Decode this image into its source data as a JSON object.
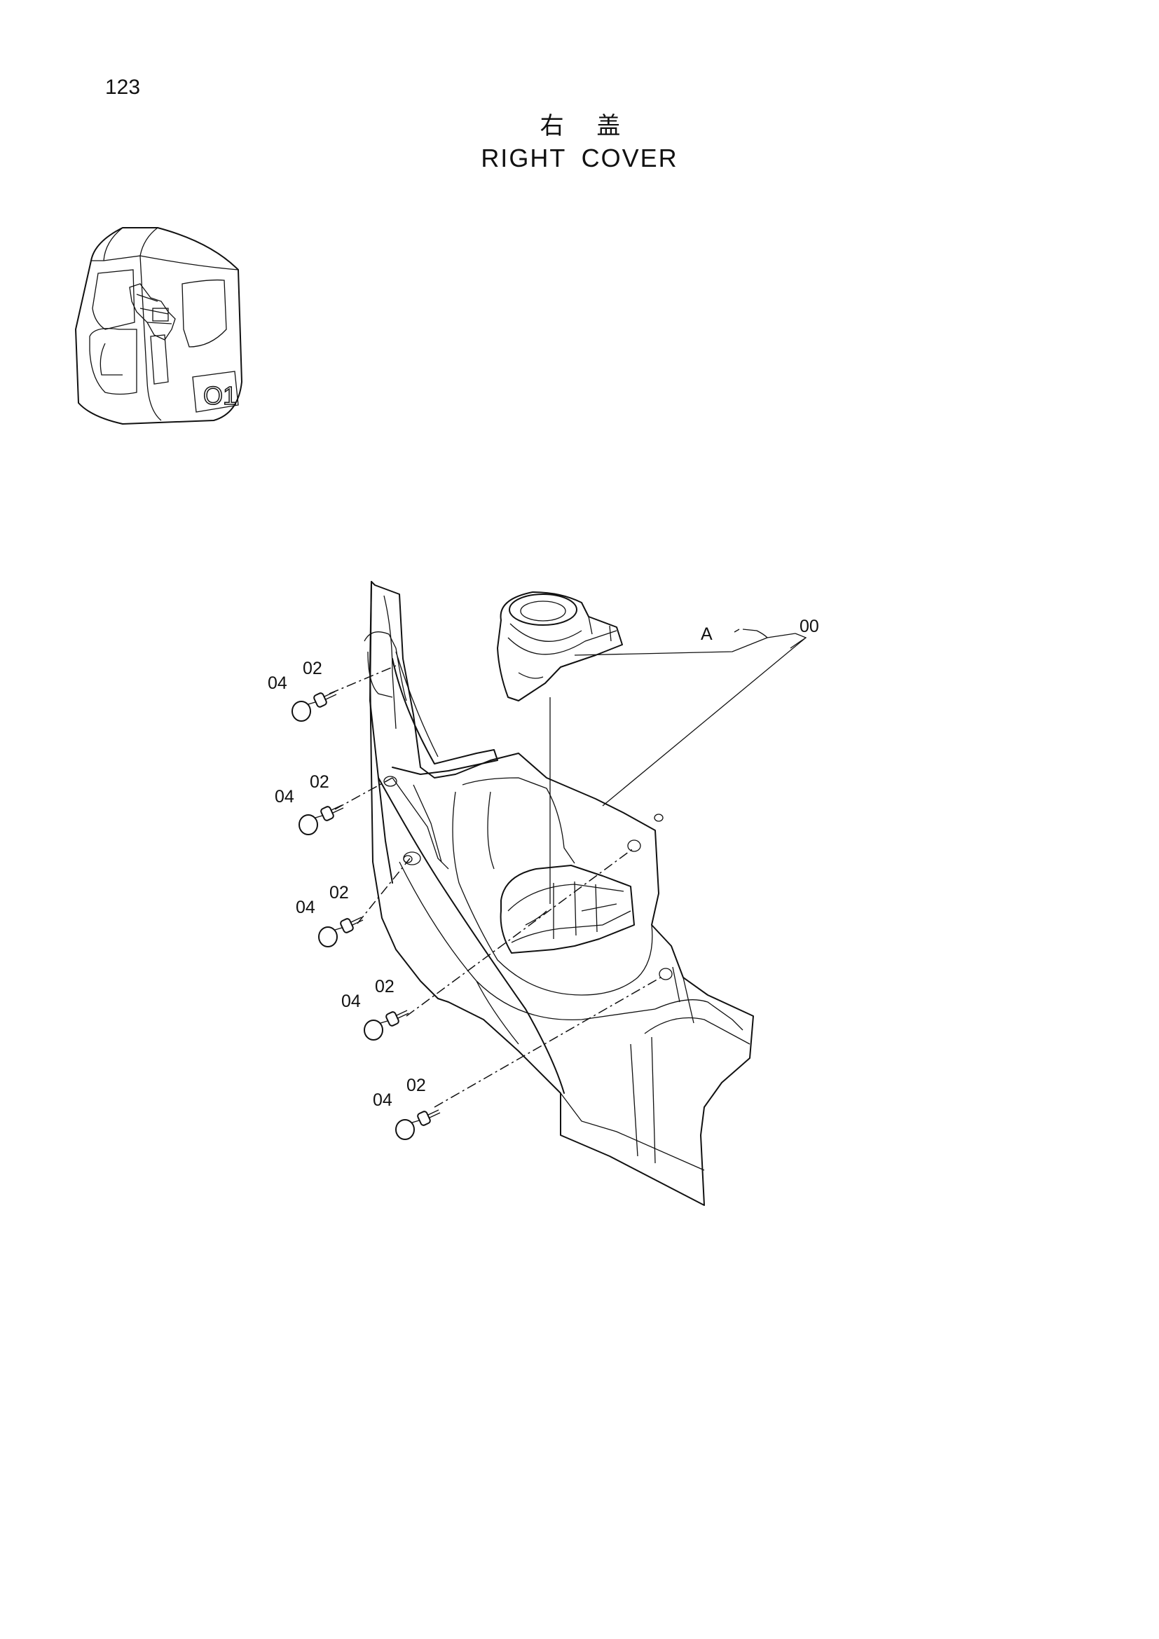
{
  "page": {
    "number": "123",
    "title_cn": "右 盖",
    "title_en": "RIGHT  COVER"
  },
  "thumbnail": {
    "label": "O1"
  },
  "callouts": {
    "main_part": "00",
    "sub_assembly": "A",
    "bolt": "02",
    "cap": "04"
  },
  "fastener_sets": [
    {
      "cap": "04",
      "bolt": "02"
    },
    {
      "cap": "04",
      "bolt": "02"
    },
    {
      "cap": "04",
      "bolt": "02"
    },
    {
      "cap": "04",
      "bolt": "02"
    },
    {
      "cap": "04",
      "bolt": "02"
    }
  ]
}
